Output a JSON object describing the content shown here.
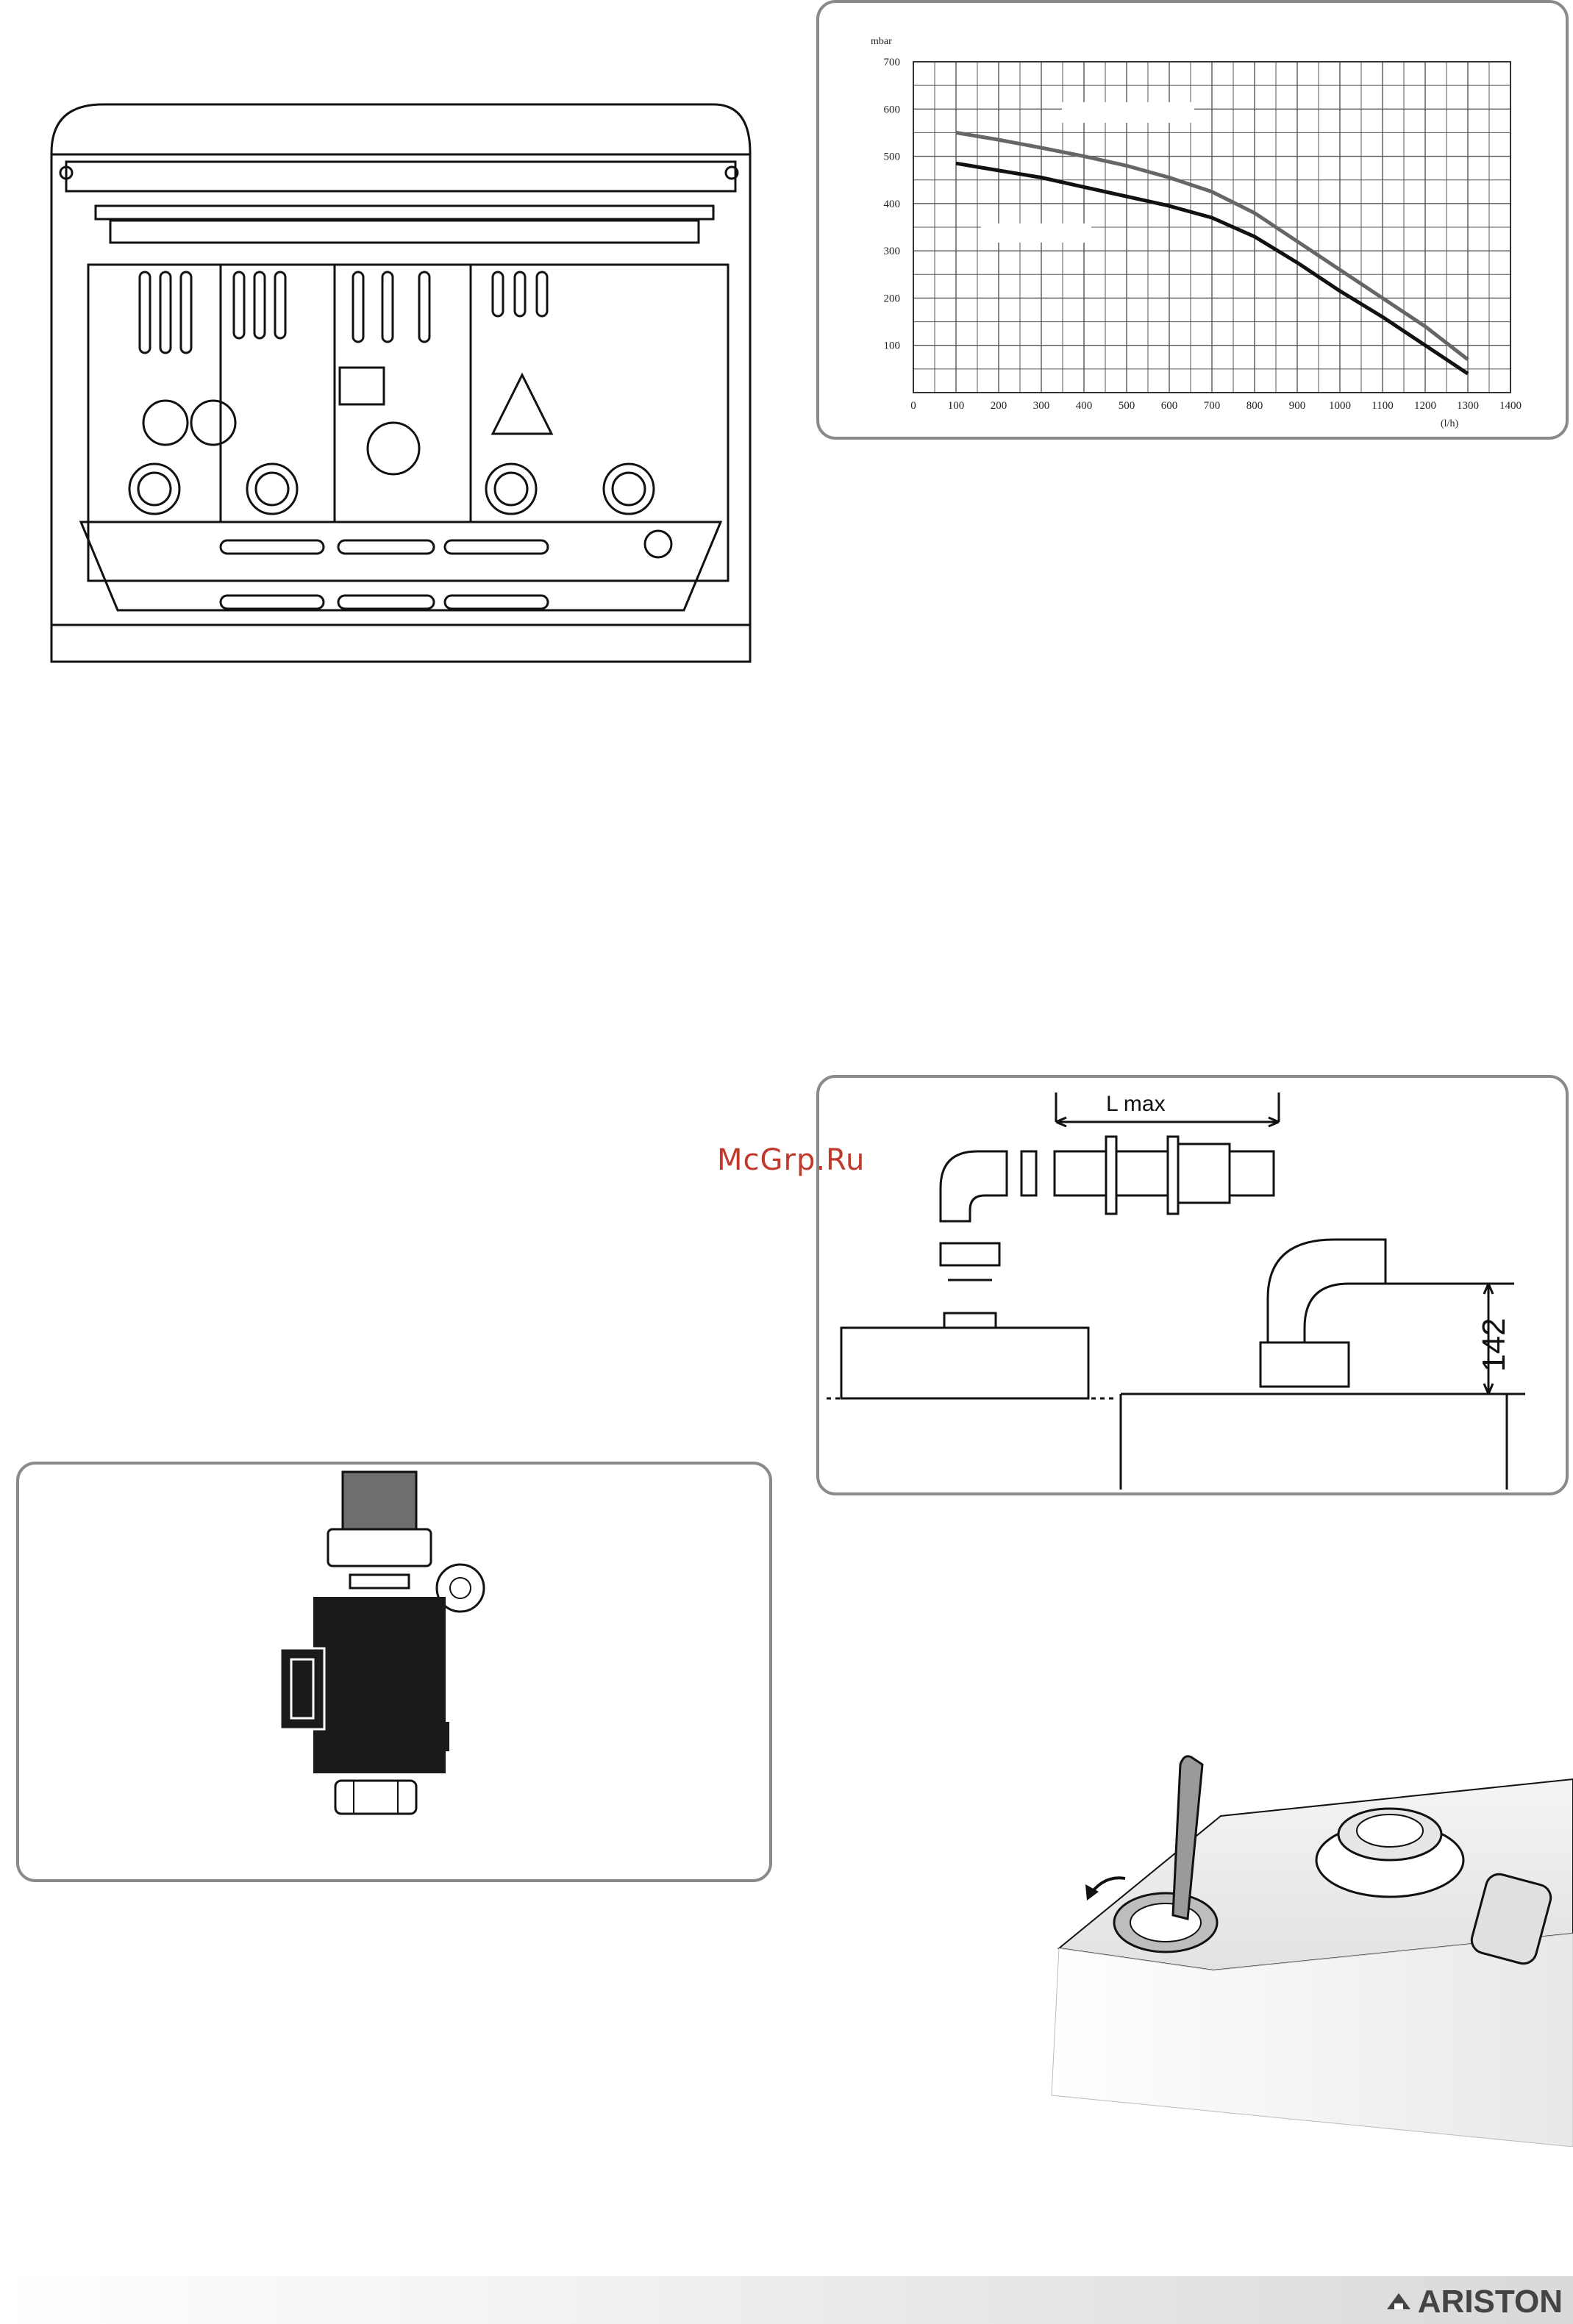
{
  "watermark": "McGrp.Ru",
  "brand": {
    "name": "ARISTON"
  },
  "chart_data": {
    "type": "line",
    "title": "",
    "ylabel": "mbar",
    "xlabel": "(l/h)",
    "xlim": [
      0,
      1400
    ],
    "ylim": [
      0,
      700
    ],
    "x_ticks": [
      "0",
      "100",
      "200",
      "300",
      "400",
      "500",
      "600",
      "700",
      "800",
      "900",
      "1000",
      "1100",
      "1200",
      "1300",
      "1400"
    ],
    "y_ticks": [
      "100",
      "200",
      "300",
      "400",
      "500",
      "600",
      "700"
    ],
    "grid": true,
    "series": [
      {
        "color": "#666666",
        "x": [
          100,
          200,
          300,
          400,
          500,
          600,
          700,
          800,
          900,
          1000,
          1100,
          1200,
          1300
        ],
        "y": [
          550,
          535,
          518,
          500,
          480,
          455,
          425,
          380,
          320,
          260,
          200,
          140,
          70
        ]
      },
      {
        "color": "#111111",
        "x": [
          100,
          200,
          300,
          400,
          500,
          600,
          700,
          800,
          900,
          1000,
          1100,
          1200,
          1300
        ],
        "y": [
          485,
          470,
          455,
          435,
          415,
          395,
          370,
          330,
          275,
          215,
          160,
          100,
          40
        ]
      }
    ]
  },
  "flue": {
    "lmax_label": "L max",
    "height_label": "142"
  },
  "colors": {
    "panel_border": "#8a8a8a",
    "grid": "#555555",
    "footer": "#d9d9d9"
  },
  "icons": [
    "boiler-front-icon",
    "pump-icon",
    "flue-kit-icon",
    "knife-cutting-icon",
    "ariston-logo-icon"
  ]
}
